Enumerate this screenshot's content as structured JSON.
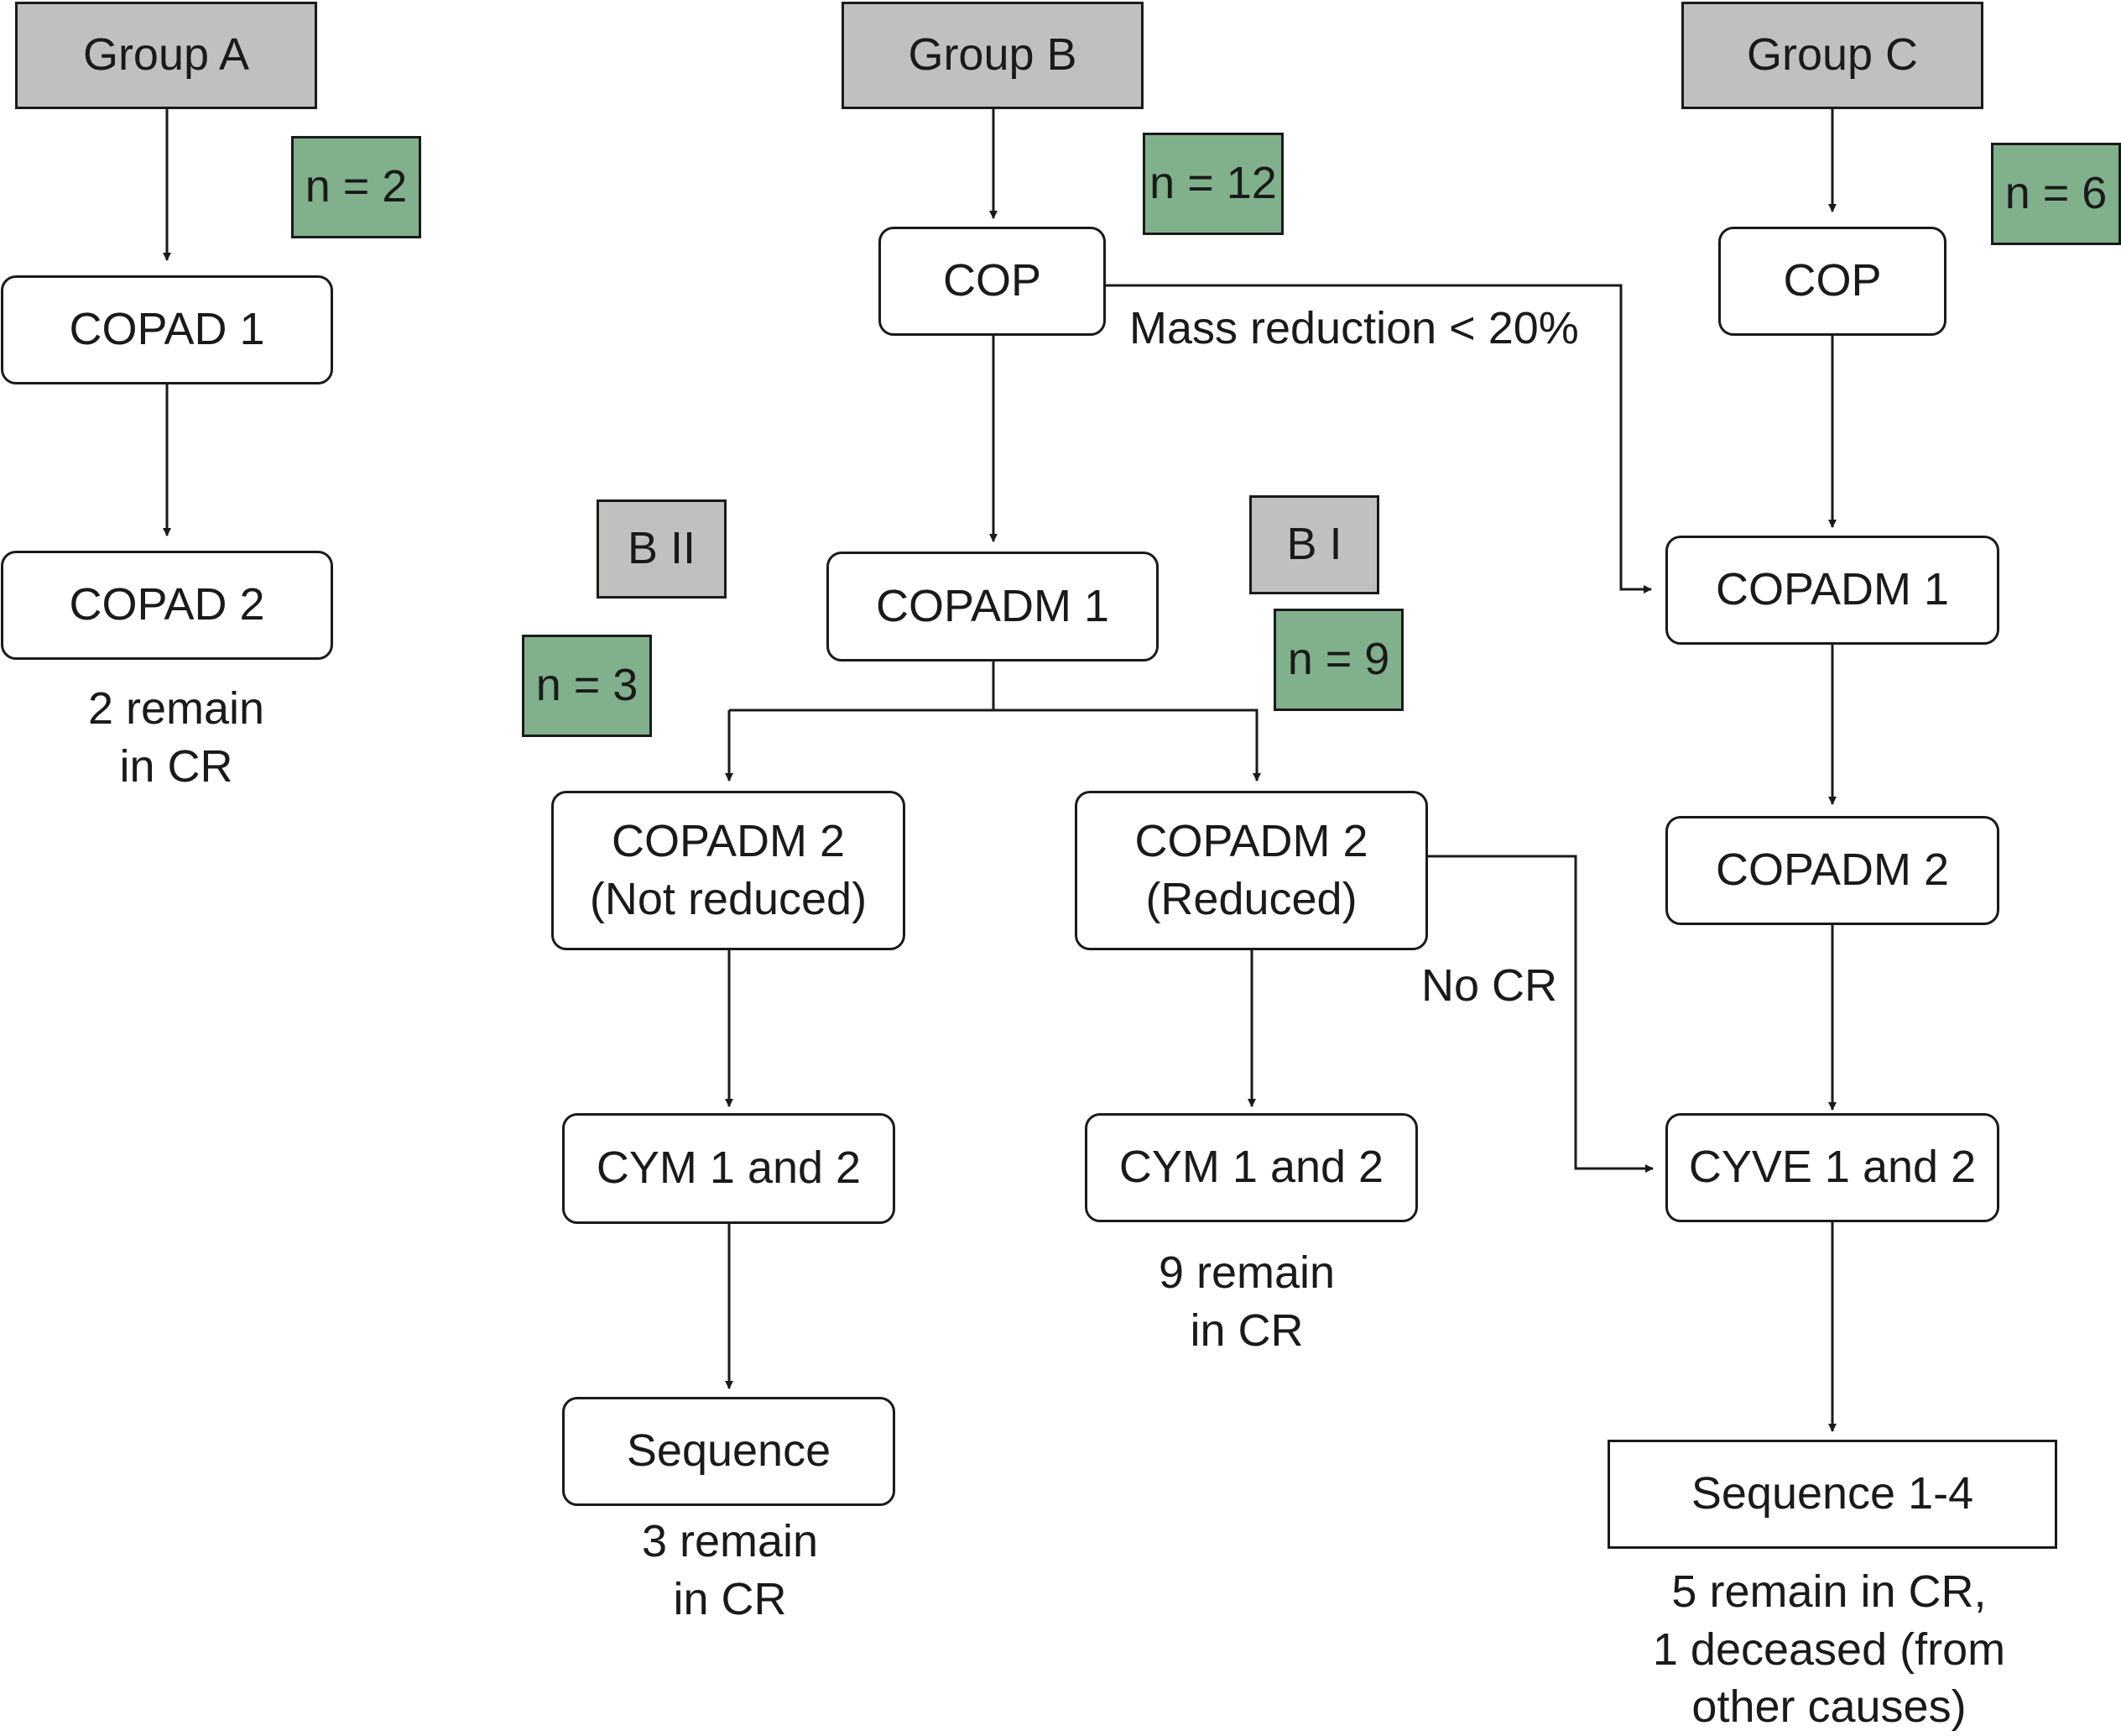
{
  "groups": {
    "a": {
      "header": "Group A",
      "n": "n = 2"
    },
    "b": {
      "header": "Group B",
      "n": "n = 12"
    },
    "c": {
      "header": "Group C",
      "n": "n = 6"
    },
    "b2": {
      "header": "B II",
      "n": "n = 3"
    },
    "b1": {
      "header": "B I",
      "n": "n = 9"
    }
  },
  "group_a": {
    "step1": "COPAD 1",
    "step2": "COPAD 2",
    "outcome": [
      "2 remain",
      "in CR"
    ]
  },
  "group_b": {
    "cop": "COP",
    "copadm1": "COPADM 1",
    "mass_reduction": "Mass reduction < 20%",
    "b2_copadm2": [
      "COPADM 2",
      "(Not reduced)"
    ],
    "b2_cym": "CYM 1 and 2",
    "b2_sequence": "Sequence",
    "b2_outcome": [
      "3 remain",
      "in CR"
    ],
    "b1_copadm2": [
      "COPADM 2",
      "(Reduced)"
    ],
    "b1_cym": "CYM 1 and 2",
    "b1_outcome": [
      "9 remain",
      "in CR"
    ],
    "no_cr": "No CR"
  },
  "group_c": {
    "cop": "COP",
    "copadm1": "COPADM 1",
    "copadm2": "COPADM 2",
    "cyve": "CYVE 1 and 2",
    "sequence": "Sequence 1-4",
    "outcome": [
      "5 remain in CR,",
      "1 deceased (from",
      "other causes)"
    ]
  },
  "colors": {
    "header_fill": "#c0c1bf",
    "count_fill": "#80b08c",
    "box_fill": "#ffffff",
    "stroke": "#1a1a1a"
  }
}
